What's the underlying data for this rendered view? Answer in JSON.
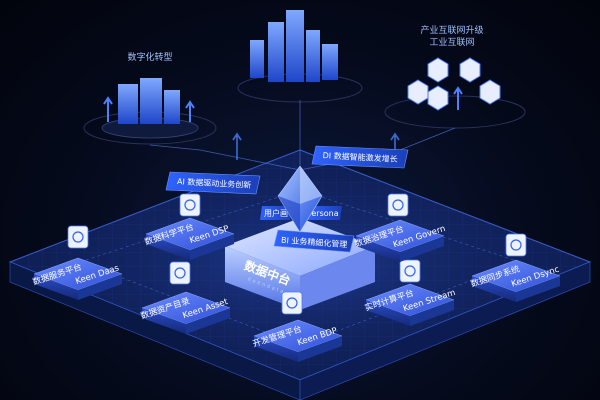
{
  "top": {
    "left_label": "数字化转型",
    "right_label_line1": "产业互联网升级",
    "right_label_line2": "工业互联网"
  },
  "callouts": {
    "ai": "AI 数据驱动业务创新",
    "di": "DI 数据智能激发增长",
    "bi": "BI 业务精细化管理",
    "persona_left": "用户画",
    "persona_right": "ersona"
  },
  "center": {
    "title": "数据中台",
    "subtitle": "Keendata"
  },
  "nodes": [
    {
      "cn": "数据服务平台",
      "en": "Keen Daas"
    },
    {
      "cn": "数据科学平台",
      "en": "Keen DSP"
    },
    {
      "cn": "数据资产目录",
      "en": "Keen Asset"
    },
    {
      "cn": "开发管理平台",
      "en": "Keen BDP"
    },
    {
      "cn": "实时计算平台",
      "en": "Keen Stream"
    },
    {
      "cn": "数据治理平台",
      "en": "Keen Govern"
    },
    {
      "cn": "数据同步系统",
      "en": "Keen Dsync"
    }
  ],
  "colors": {
    "accent": "#3d7bff",
    "platform": "#15295e",
    "glow": "#5a8cff"
  }
}
